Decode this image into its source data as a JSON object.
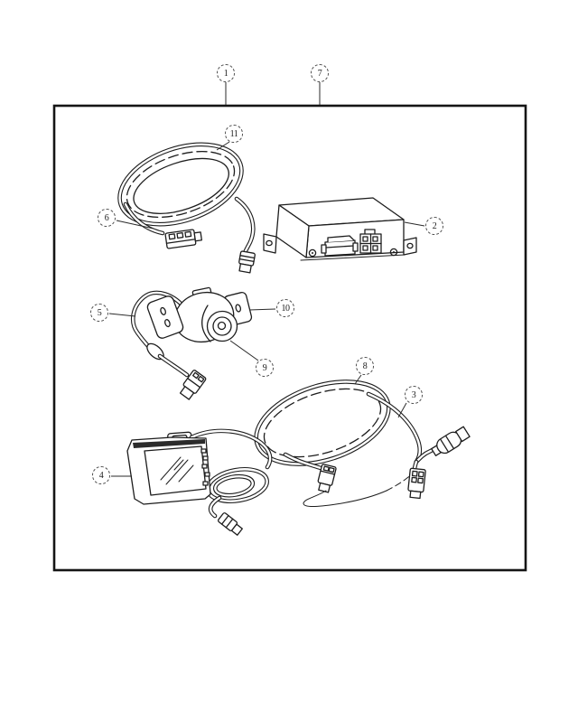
{
  "diagram": {
    "background_color": "#ffffff",
    "line_color": "#1d1d1d",
    "frame_color": "#151515",
    "callouts": [
      {
        "label": "1"
      },
      {
        "label": "7"
      },
      {
        "label": "11"
      },
      {
        "label": "6"
      },
      {
        "label": "2"
      },
      {
        "label": "5"
      },
      {
        "label": "10"
      },
      {
        "label": "9"
      },
      {
        "label": "8"
      },
      {
        "label": "3"
      },
      {
        "label": "4"
      }
    ]
  }
}
